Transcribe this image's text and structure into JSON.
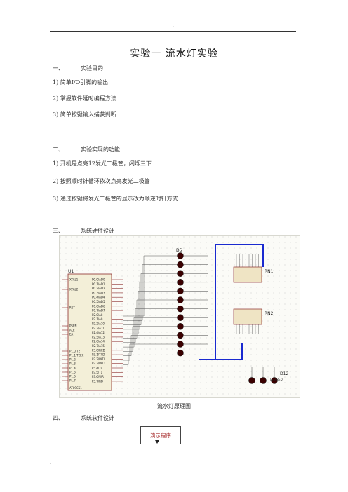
{
  "header": {
    "dot": "."
  },
  "title": "实验一 流水灯实验",
  "section1": {
    "num": "一、",
    "heading": "实验目的",
    "items": [
      "1) 简单I/O引脚的输出",
      "2) 掌握软件延时编程方法",
      "3) 简单按键输入捕获判断"
    ]
  },
  "section2": {
    "num": "二、",
    "heading": "实验实现的功能",
    "items": [
      "1) 开机是点亮12发光二极管，闪烁三下",
      "2) 按照顺时针循环依次点亮发光二极管",
      "3) 通过按键将发光二极管的显示改为顺逆时针方式"
    ]
  },
  "section3": {
    "num": "三、",
    "heading": "系统硬件设计"
  },
  "schematic": {
    "chip_label": "U1",
    "chip_part": "AT89C51",
    "chip_left_pins": [
      "XTAL1",
      "XTAL2",
      "RST",
      "PSEN",
      "ALE",
      "EA",
      "P1.0/T2",
      "P1.1/T2EX",
      "P1.2",
      "P1.3",
      "P1.4",
      "P1.5",
      "P1.6",
      "P1.7"
    ],
    "chip_right_pins": [
      "P0.0/AD0",
      "P0.1/AD1",
      "P0.2/AD2",
      "P0.3/AD3",
      "P0.4/AD4",
      "P0.5/AD5",
      "P0.6/AD6",
      "P0.7/AD7",
      "P2.0/A8",
      "P2.1/A9",
      "P2.2/A10",
      "P2.3/A11",
      "P2.4/A12",
      "P2.5/A13",
      "P2.6/A14",
      "P2.7/A15",
      "P3.0/RXD",
      "P3.1/TXD",
      "P3.2/INT0",
      "P3.3/INT1",
      "P3.4/T0",
      "P3.5/T1",
      "P3.6/WR",
      "P3.7/RD"
    ],
    "led_top_label": "D5",
    "led_bottom_label": "D12",
    "rn1_label": "RN1",
    "rn2_label": "RN2",
    "led_caption": "LED-RED"
  },
  "caption": "流水灯原理图",
  "section4": {
    "num": "四、",
    "heading": "系统软件设计"
  },
  "flow": {
    "box_label": "演示程序"
  },
  "footer": {
    "dot": "."
  }
}
